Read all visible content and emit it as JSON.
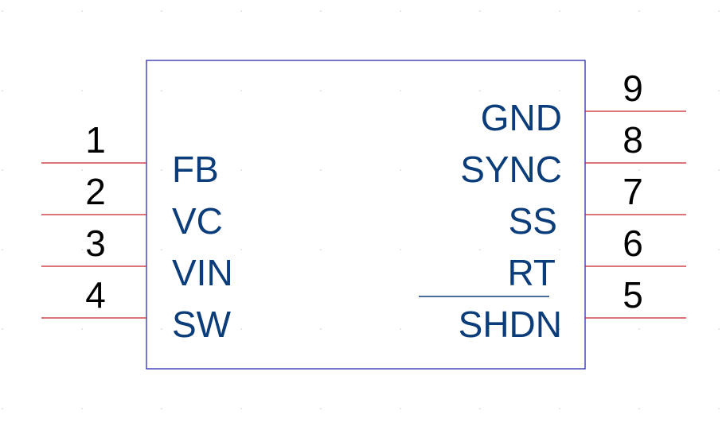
{
  "component": {
    "border_color": "#1a1aa6",
    "pin_color": "#c8202a",
    "label_color": "#0b3d7a",
    "number_color": "#000000"
  },
  "pins": {
    "left": [
      {
        "number": "1",
        "name": "FB"
      },
      {
        "number": "2",
        "name": "VC"
      },
      {
        "number": "3",
        "name": "VIN"
      },
      {
        "number": "4",
        "name": "SW"
      }
    ],
    "right": [
      {
        "number": "9",
        "name": "GND",
        "active_low": false
      },
      {
        "number": "8",
        "name": "SYNC",
        "active_low": false
      },
      {
        "number": "7",
        "name": "SS",
        "active_low": false
      },
      {
        "number": "6",
        "name": "RT",
        "active_low": false
      },
      {
        "number": "5",
        "name": "SHDN",
        "active_low": true
      }
    ]
  }
}
